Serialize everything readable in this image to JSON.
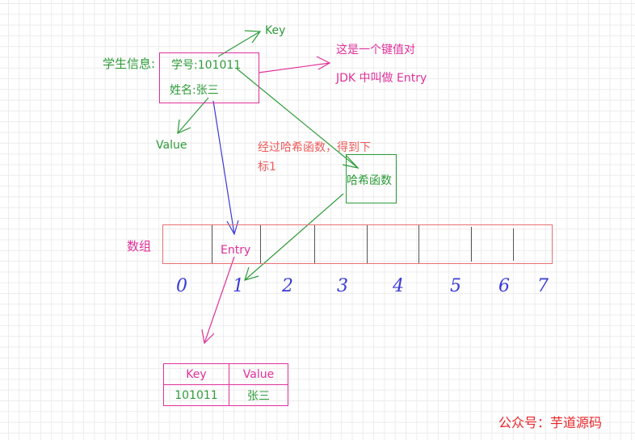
{
  "student": {
    "label": "学生信息:",
    "id_field": "学号:101011",
    "name_field": "姓名:张三"
  },
  "annotations": {
    "key": "Key",
    "value": "Value",
    "entry_desc_1": "这是一个键值对",
    "entry_desc_2": "JDK 中叫做 Entry",
    "hash_desc_1": "经过哈希函数，得到下",
    "hash_desc_2": "标1",
    "hash_box": "哈希函数",
    "array_label": "数组",
    "array_entry": "Entry"
  },
  "array": {
    "indices": [
      "0",
      "1",
      "2",
      "3",
      "4",
      "5",
      "6",
      "7"
    ]
  },
  "kv_table": {
    "headers": [
      "Key",
      "Value"
    ],
    "rows": [
      [
        "101011",
        "张三"
      ]
    ]
  },
  "watermark": "公众号：芋道源码",
  "colors": {
    "green": "#2e9b3a",
    "pink": "#e0309a",
    "red": "#f05a5a",
    "blue": "#3a3ad8",
    "array_border": "#e87070"
  }
}
